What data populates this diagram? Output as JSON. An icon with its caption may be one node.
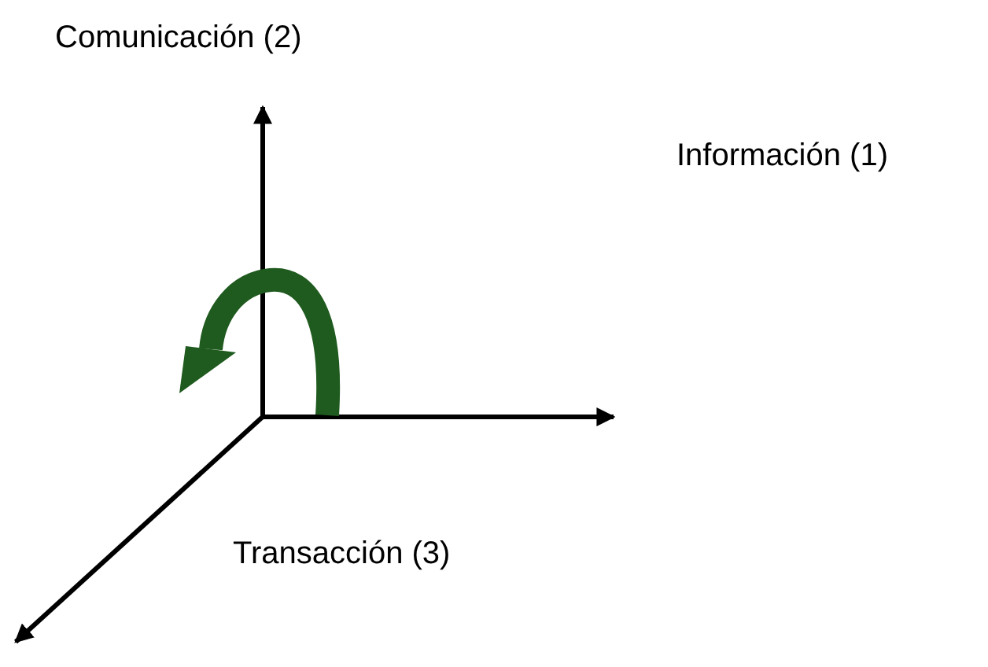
{
  "diagram": {
    "labels": [
      "Comunicación (2)",
      "Información (1)",
      "Transacción (3)"
    ]
  }
}
